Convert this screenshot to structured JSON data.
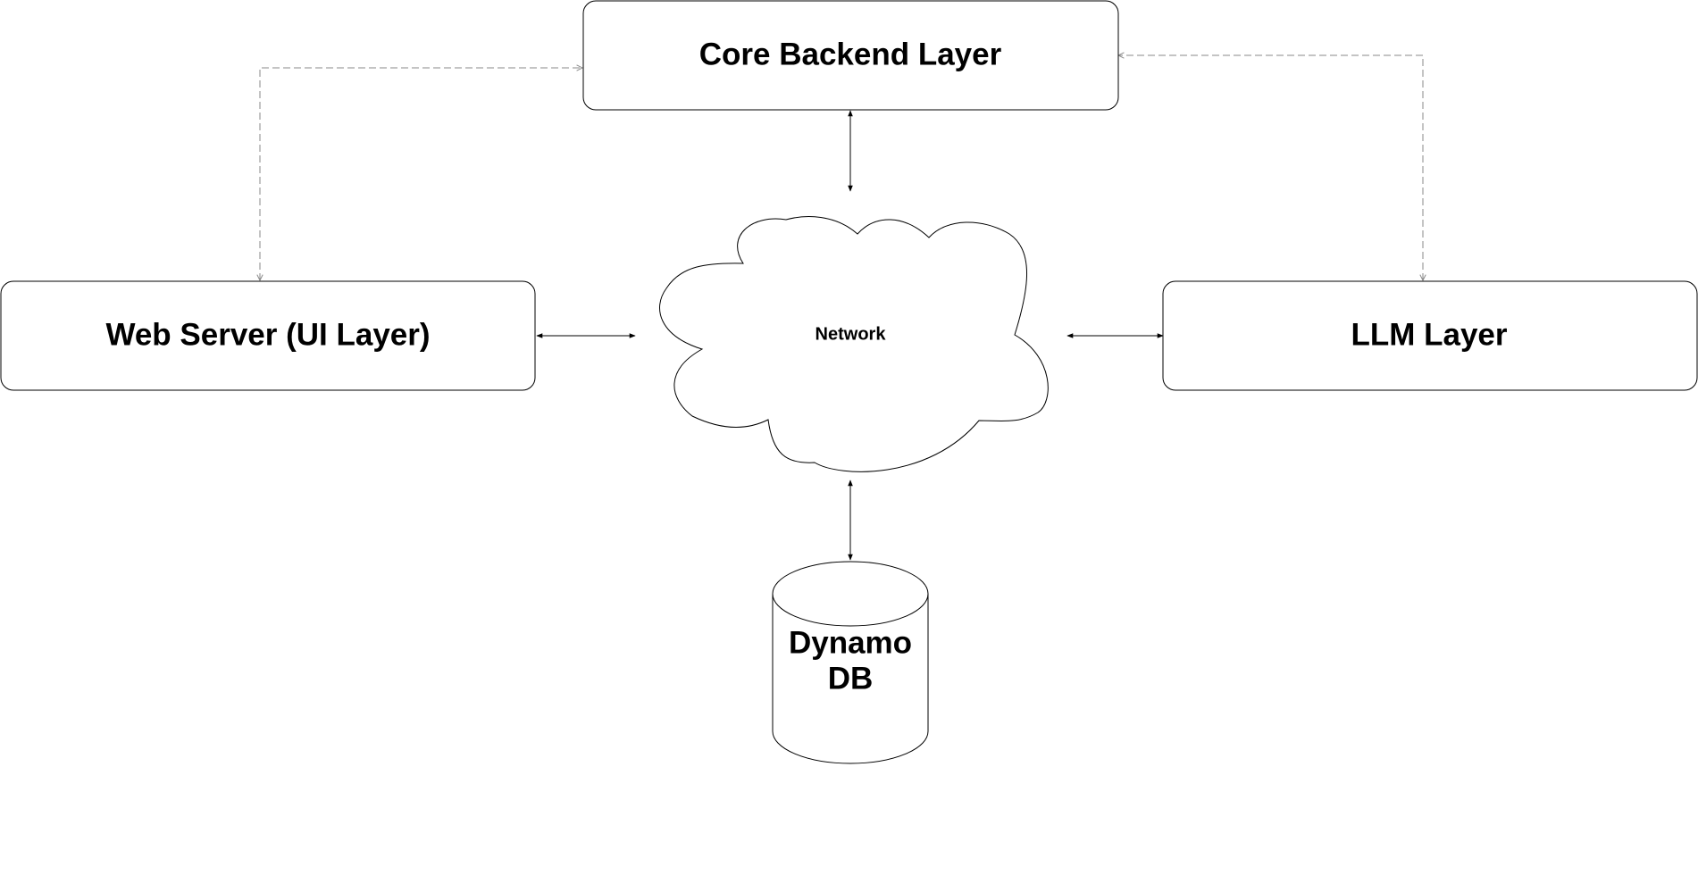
{
  "nodes": {
    "core_backend": {
      "label": "Core Backend Layer"
    },
    "web_server": {
      "label": "Web Server (UI Layer)"
    },
    "llm_layer": {
      "label": "LLM Layer"
    },
    "network": {
      "label": "Network"
    },
    "database": {
      "label_line1": "Dynamo",
      "label_line2": "DB"
    }
  },
  "edges": [
    {
      "from": "Core Backend Layer",
      "to": "Network",
      "style": "solid",
      "direction": "both"
    },
    {
      "from": "Web Server (UI Layer)",
      "to": "Network",
      "style": "solid",
      "direction": "both"
    },
    {
      "from": "Network",
      "to": "LLM Layer",
      "style": "solid",
      "direction": "both"
    },
    {
      "from": "Network",
      "to": "Dynamo DB",
      "style": "solid",
      "direction": "both"
    },
    {
      "from": "Web Server (UI Layer)",
      "to": "Core Backend Layer",
      "style": "dashed",
      "direction": "both"
    },
    {
      "from": "LLM Layer",
      "to": "Core Backend Layer",
      "style": "dashed",
      "direction": "both"
    }
  ],
  "colors": {
    "stroke": "#000000",
    "dashed_stroke": "#888888",
    "background": "#ffffff"
  }
}
